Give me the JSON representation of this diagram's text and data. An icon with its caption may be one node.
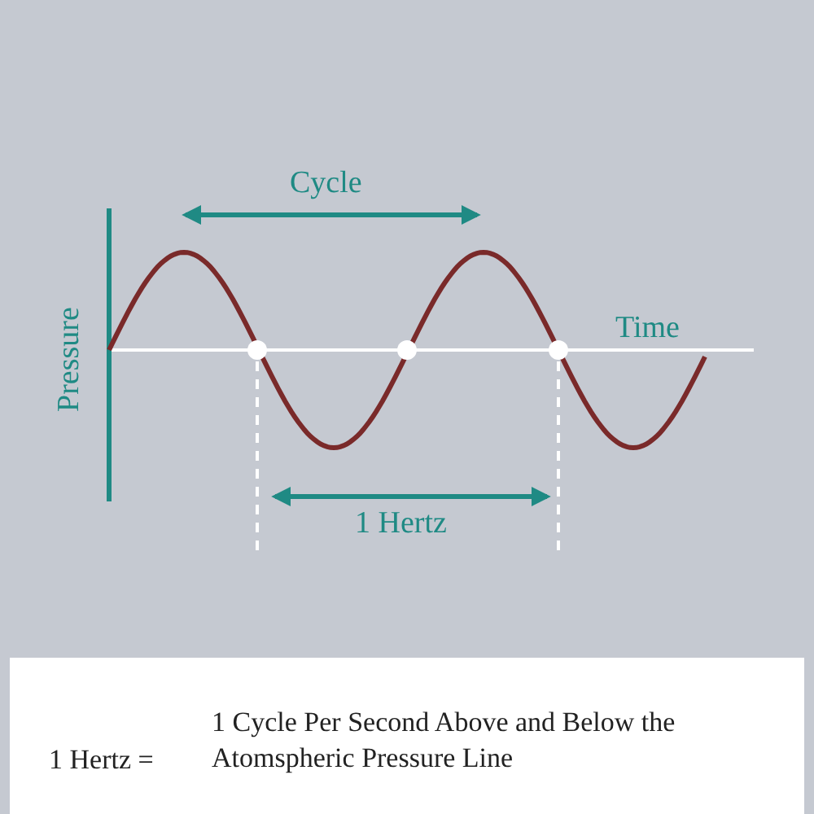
{
  "diagram": {
    "labels": [
      "Cycle",
      "Time",
      "Pressure",
      "1 Hertz",
      "1 Hertz =",
      "1 Cycle Per Second Above and Below the Atomspheric Pressure Line"
    ]
  }
}
